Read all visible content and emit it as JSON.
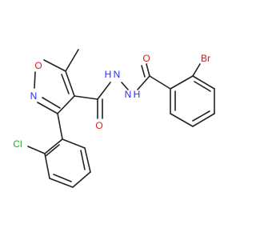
{
  "colors": {
    "carbon": "#222222",
    "oxygen": "#e8161a",
    "nitrogen": "#2a2aff",
    "chlorine": "#22b022",
    "bromine": "#a52a2a"
  },
  "atoms": {
    "o_ring": "O",
    "n_ring": "N",
    "cl": "Cl",
    "o_amide_left": "O",
    "nh_left": "H",
    "nh_left_n": "N",
    "nh_right": "N",
    "nh_right_h": "H",
    "o_amide_right": "O",
    "br": "Br"
  }
}
